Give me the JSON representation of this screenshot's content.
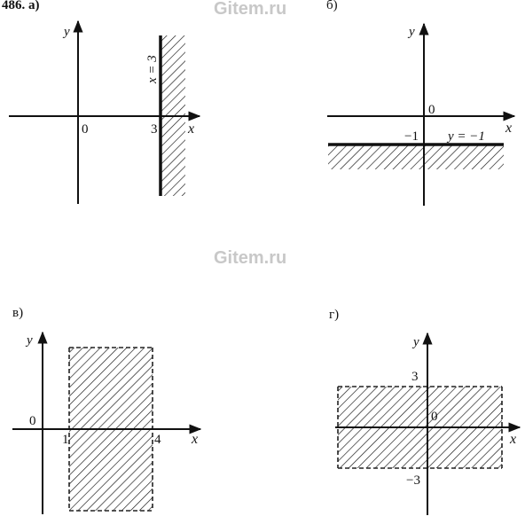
{
  "problem_label": "486. а)",
  "watermarks": [
    "Gitem.ru",
    "Gitem.ru"
  ],
  "panels": [
    {
      "label": "а)",
      "axis_x": "x",
      "axis_y": "y",
      "origin": "0",
      "marks": [
        "3"
      ],
      "boundary_label": "x = 3",
      "boundary_style": "solid",
      "region": "x ≥ 3"
    },
    {
      "label": "б)",
      "axis_x": "x",
      "axis_y": "y",
      "origin": "0",
      "marks": [
        "−1"
      ],
      "boundary_label": "y = −1",
      "boundary_style": "solid",
      "region": "y ≤ −1"
    },
    {
      "label": "в)",
      "axis_x": "x",
      "axis_y": "y",
      "origin": "0",
      "marks": [
        "1",
        "4"
      ],
      "boundary_label": "",
      "boundary_style": "dashed",
      "region": "1 < x < 4"
    },
    {
      "label": "г)",
      "axis_x": "x",
      "axis_y": "y",
      "origin": "0",
      "marks": [
        "3",
        "−3"
      ],
      "boundary_label": "",
      "boundary_style": "dashed",
      "region": "−3 < y < 3"
    }
  ]
}
